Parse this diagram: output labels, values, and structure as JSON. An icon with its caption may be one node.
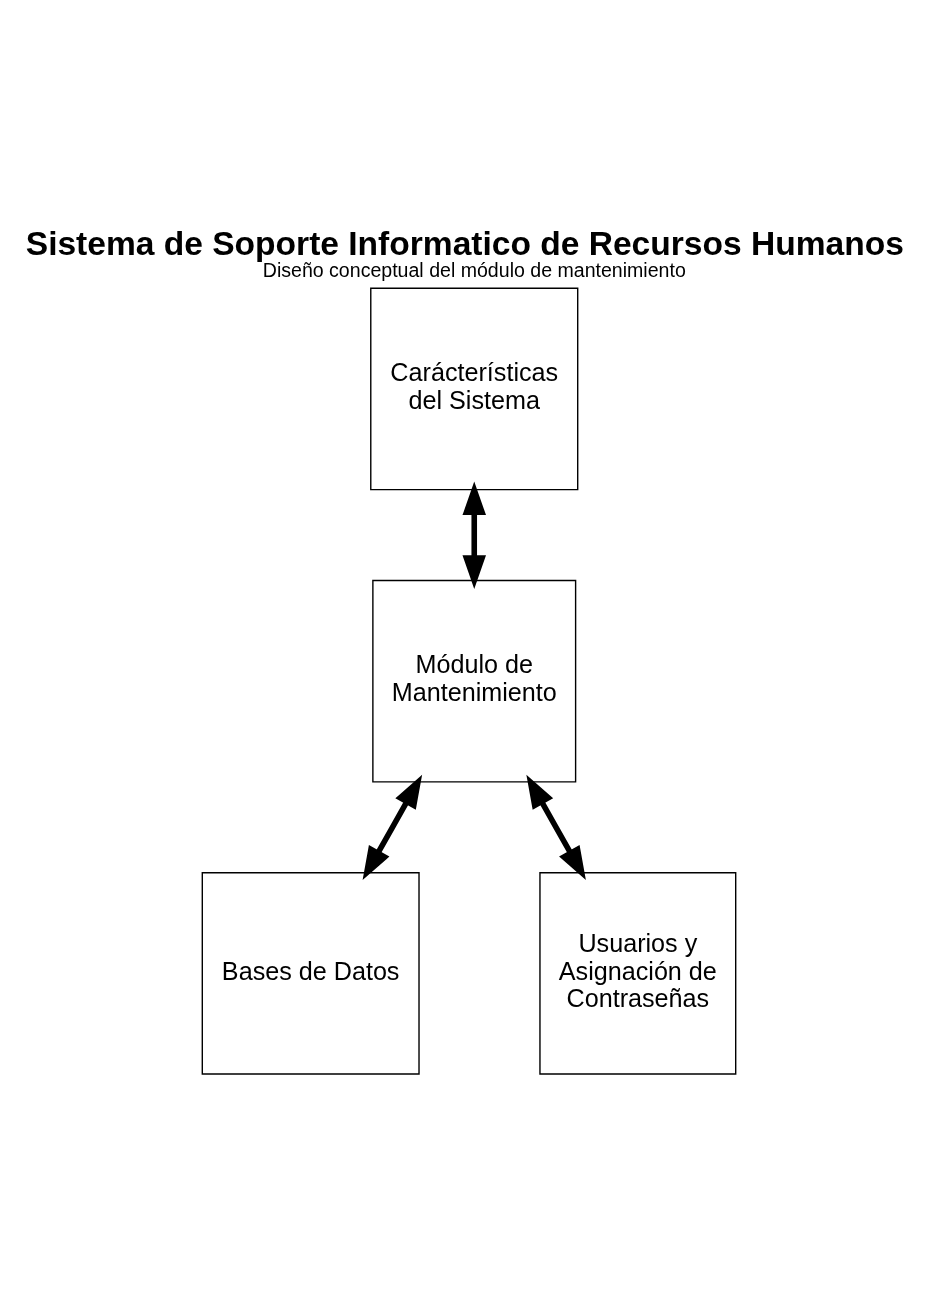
{
  "diagram": {
    "title": "Sistema de Soporte Informatico de Recursos Humanos",
    "caption": "Diseño conceptual del módulo de mantenimiento",
    "nodes": [
      {
        "text": [
          "Carácterísticas del Sistema"
        ]
      },
      {
        "text": [
          "Módulo de Mantenimiento"
        ]
      },
      {
        "text": [
          "Bases de Datos"
        ]
      },
      {
        "text": [
          "Usuarios y Asignación de Contraseñas"
        ]
      }
    ],
    "edges": [
      {
        "from": 0,
        "to": 1,
        "arrow": "both"
      },
      {
        "from": 1,
        "to": 2,
        "arrow": "both"
      },
      {
        "from": 1,
        "to": 3,
        "arrow": "both"
      }
    ]
  }
}
